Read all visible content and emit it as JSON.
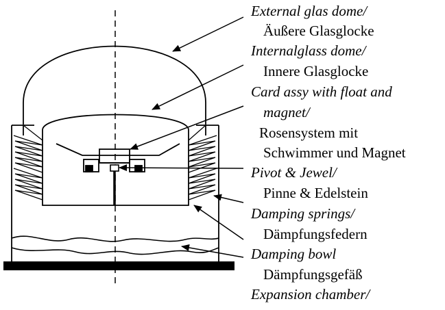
{
  "labels": [
    {
      "en": "External glas dome/",
      "de": "Äußere Glasglocke"
    },
    {
      "en": "Internalglass dome/",
      "de": "Innere Glasglocke"
    },
    {
      "en": "Card assy with float and",
      "en2": "magnet/",
      "de": "Rosensystem mit",
      "de2": "Schwimmer und Magnet"
    },
    {
      "en": "Pivot & Jewel/",
      "de": "Pinne & Edelstein"
    },
    {
      "en": "Damping springs/",
      "de": "Dämpfungsfedern"
    },
    {
      "en": "Damping bowl",
      "de": "Dämpfungsgefäß"
    },
    {
      "en": "Expansion chamber/"
    }
  ],
  "colors": {
    "line": "#000000",
    "background": "#ffffff"
  }
}
